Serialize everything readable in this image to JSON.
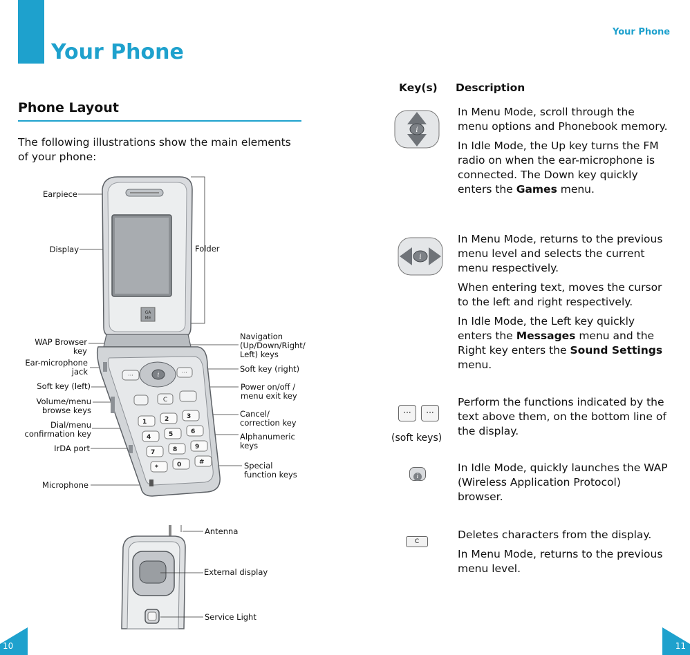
{
  "left_page": {
    "page_title": "Your Phone",
    "section_title": "Phone Layout",
    "intro": "The following illustrations show the main elements of your phone:",
    "labels": {
      "earpiece": "Earpiece",
      "display": "Display",
      "folder": "Folder",
      "wap_browser_key": [
        "WAP Browser",
        "key"
      ],
      "ear_microphone_jack": [
        "Ear-microphone",
        "jack"
      ],
      "soft_key_left": "Soft key (left)",
      "volume_keys": [
        "Volume/menu",
        "browse keys"
      ],
      "dial_key": [
        "Dial/menu",
        "confirmation key"
      ],
      "irda_port": "IrDA port",
      "microphone": "Microphone",
      "navigation": [
        "Navigation",
        "(Up/Down/Right/",
        "Left) keys"
      ],
      "soft_key_right": "Soft key (right)",
      "power_key": [
        "Power on/off /",
        "menu exit key"
      ],
      "cancel_key": [
        "Cancel/",
        "correction key"
      ],
      "alphanumeric_keys": [
        "Alphanumeric",
        "keys"
      ],
      "special_keys": [
        "Special",
        "function keys"
      ],
      "antenna": "Antenna",
      "external_display": "External display",
      "service_light": "Service Light"
    },
    "page_number": "10"
  },
  "right_page": {
    "running_head": "Your Phone",
    "col_keys": "Key(s)",
    "col_description": "Description",
    "rows": [
      {
        "key_icon": "nav-up-down-key",
        "paragraphs": [
          "In Menu Mode, scroll through the menu options and Phonebook memory.",
          [
            "In Idle Mode, the Up key turns the FM radio on when the ear-microphone is connected. The Down key quickly enters the ",
            "Games",
            " menu."
          ]
        ]
      },
      {
        "key_icon": "nav-left-right-key",
        "paragraphs": [
          "In Menu Mode, returns to the previous menu level and selects the current menu respectively.",
          "When entering text, moves the cursor to the left and right respectively.",
          [
            "In Idle Mode, the Left key quickly enters the ",
            "Messages",
            " menu and the Right key enters the ",
            "Sound Settings",
            " menu."
          ]
        ]
      },
      {
        "key_icon": "soft-keys",
        "key_caption": "(soft keys)",
        "key_glyph": "···",
        "paragraphs": [
          "Perform the functions indicated by the text above them, on the bottom line of the display."
        ]
      },
      {
        "key_icon": "wap-key",
        "key_glyph": "i",
        "paragraphs": [
          "In Idle Mode, quickly launches the WAP (Wireless Application Protocol) browser."
        ]
      },
      {
        "key_icon": "c-key",
        "key_glyph": "C",
        "paragraphs": [
          "Deletes characters from the display.",
          "In Menu Mode, returns to the previous menu level."
        ]
      }
    ],
    "page_number": "11"
  },
  "colors": {
    "accent": "#1ea1cd",
    "phone_silver": "#c9ccd0",
    "phone_dark": "#6b6f74"
  }
}
